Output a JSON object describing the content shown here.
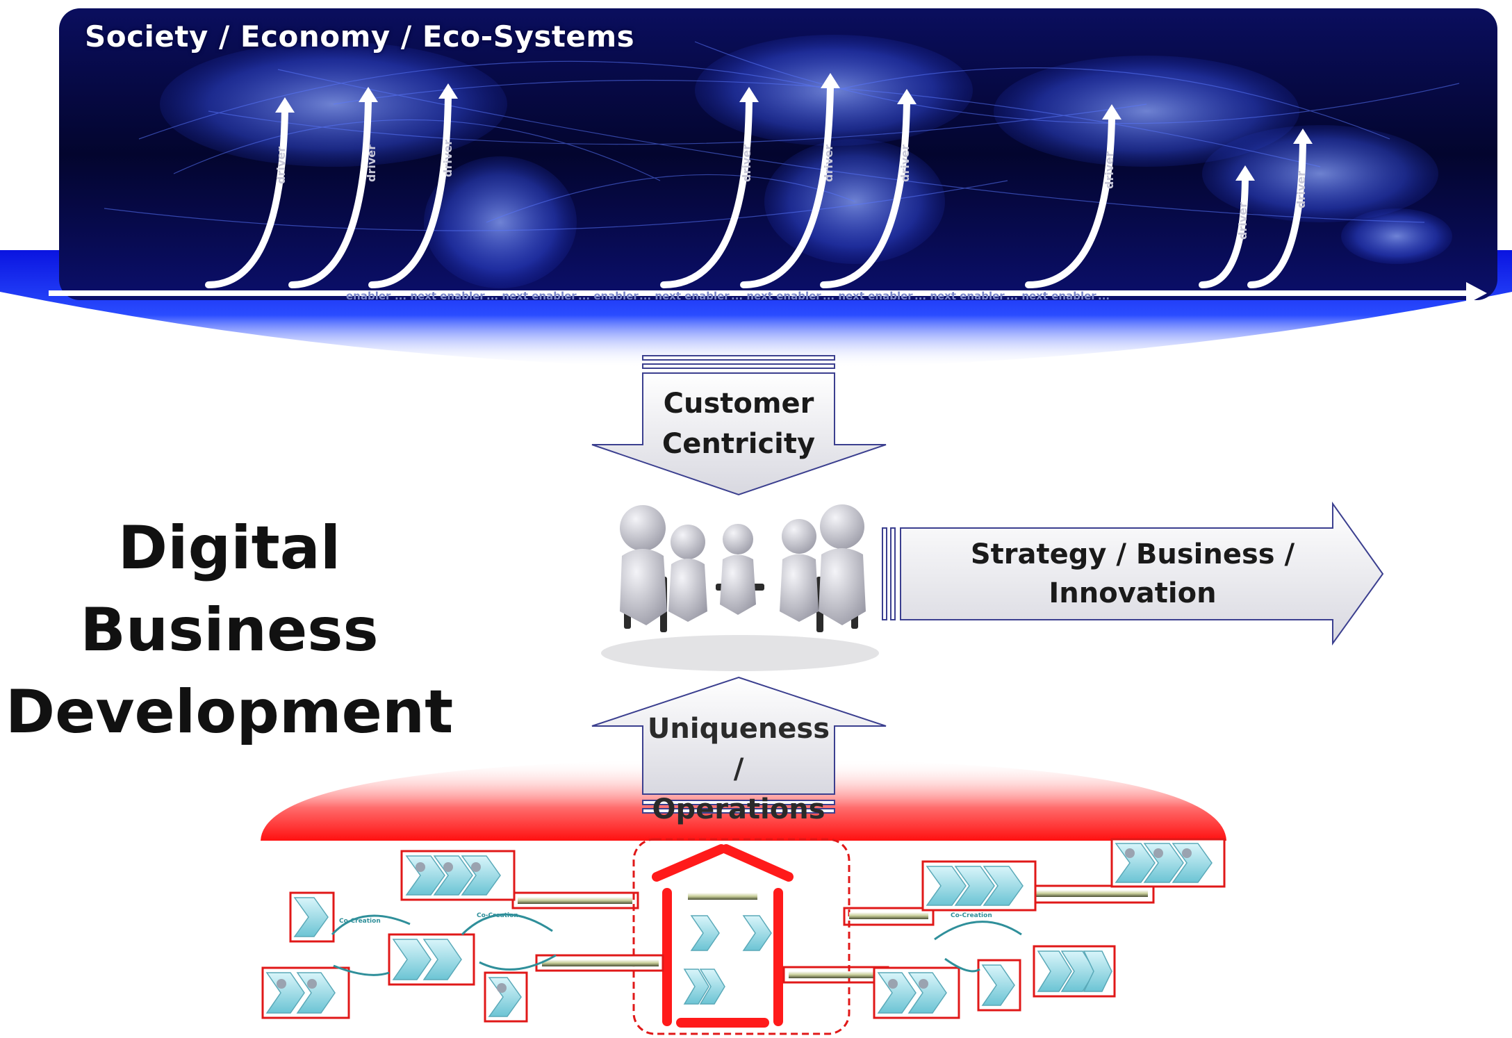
{
  "top_band": {
    "title": "Society / Economy / Eco-Systems",
    "arrow_label_driver": "driver",
    "timeline_labels": [
      "enabler",
      "... next enabler",
      "... next enabler",
      "... enabler",
      "... next enabler",
      "... next enabler",
      "... next enabler",
      "... next enabler",
      "... next enabler",
      "..."
    ]
  },
  "center": {
    "customer_arrow": [
      "Customer",
      "Centricity"
    ],
    "strategy_arrow": [
      "Strategy / Business /",
      "Innovation"
    ],
    "uniqueness_arrow": [
      "Uniqueness /",
      "Operations"
    ],
    "people_icon": "meeting-people-icon"
  },
  "main_title": [
    "Digital Business",
    "Development"
  ],
  "bottom": {
    "cocreation_label": "Co-Creation"
  },
  "colors": {
    "night_blue": "#05063a",
    "glow_blue": "#1a2cff",
    "red_accent": "#ff1a1a",
    "arrow_outline": "#3b3f8f",
    "chevron_teal": "#9adbe6"
  }
}
